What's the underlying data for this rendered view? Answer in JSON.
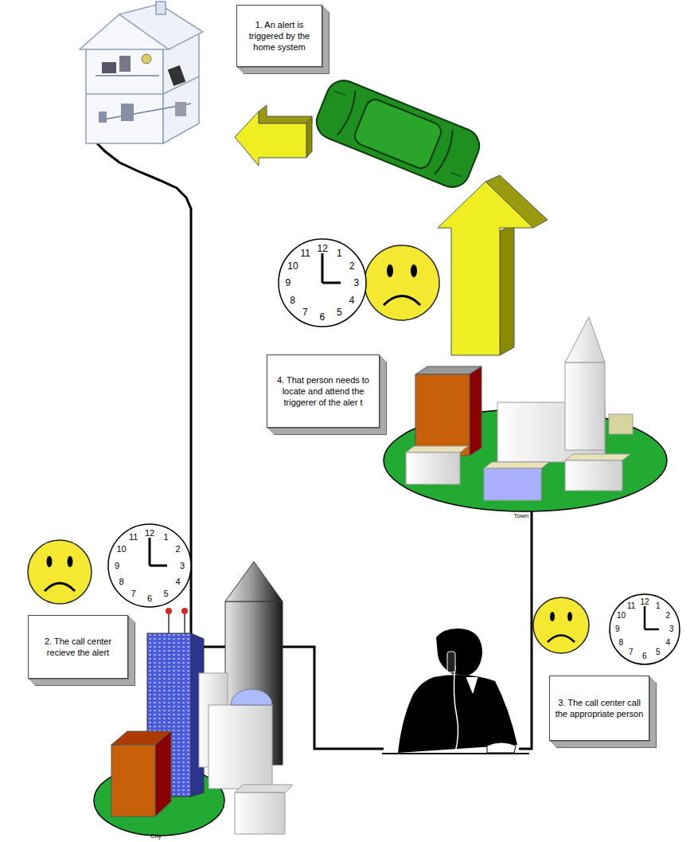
{
  "diagram": {
    "nodes": [
      {
        "text": [
          "1. An alert is triggered by the home system"
        ]
      },
      {
        "text": [
          "4. That person needs to locate and attend the triggerer of the aler t"
        ]
      },
      {
        "text": [
          "2. The call center recieve the alert"
        ]
      },
      {
        "text": [
          "3. The call center call the appropriate person"
        ]
      }
    ],
    "labels": [
      "12",
      "1",
      "2",
      "3",
      "4",
      "5",
      "6",
      "7",
      "8",
      "9",
      "10",
      "11",
      "Town",
      "12",
      "1",
      "2",
      "3",
      "4",
      "5",
      "6",
      "7",
      "8",
      "9",
      "10",
      "11",
      "12",
      "1",
      "2",
      "3",
      "4",
      "5",
      "6",
      "7",
      "8",
      "9",
      "10",
      "11",
      "City"
    ]
  }
}
